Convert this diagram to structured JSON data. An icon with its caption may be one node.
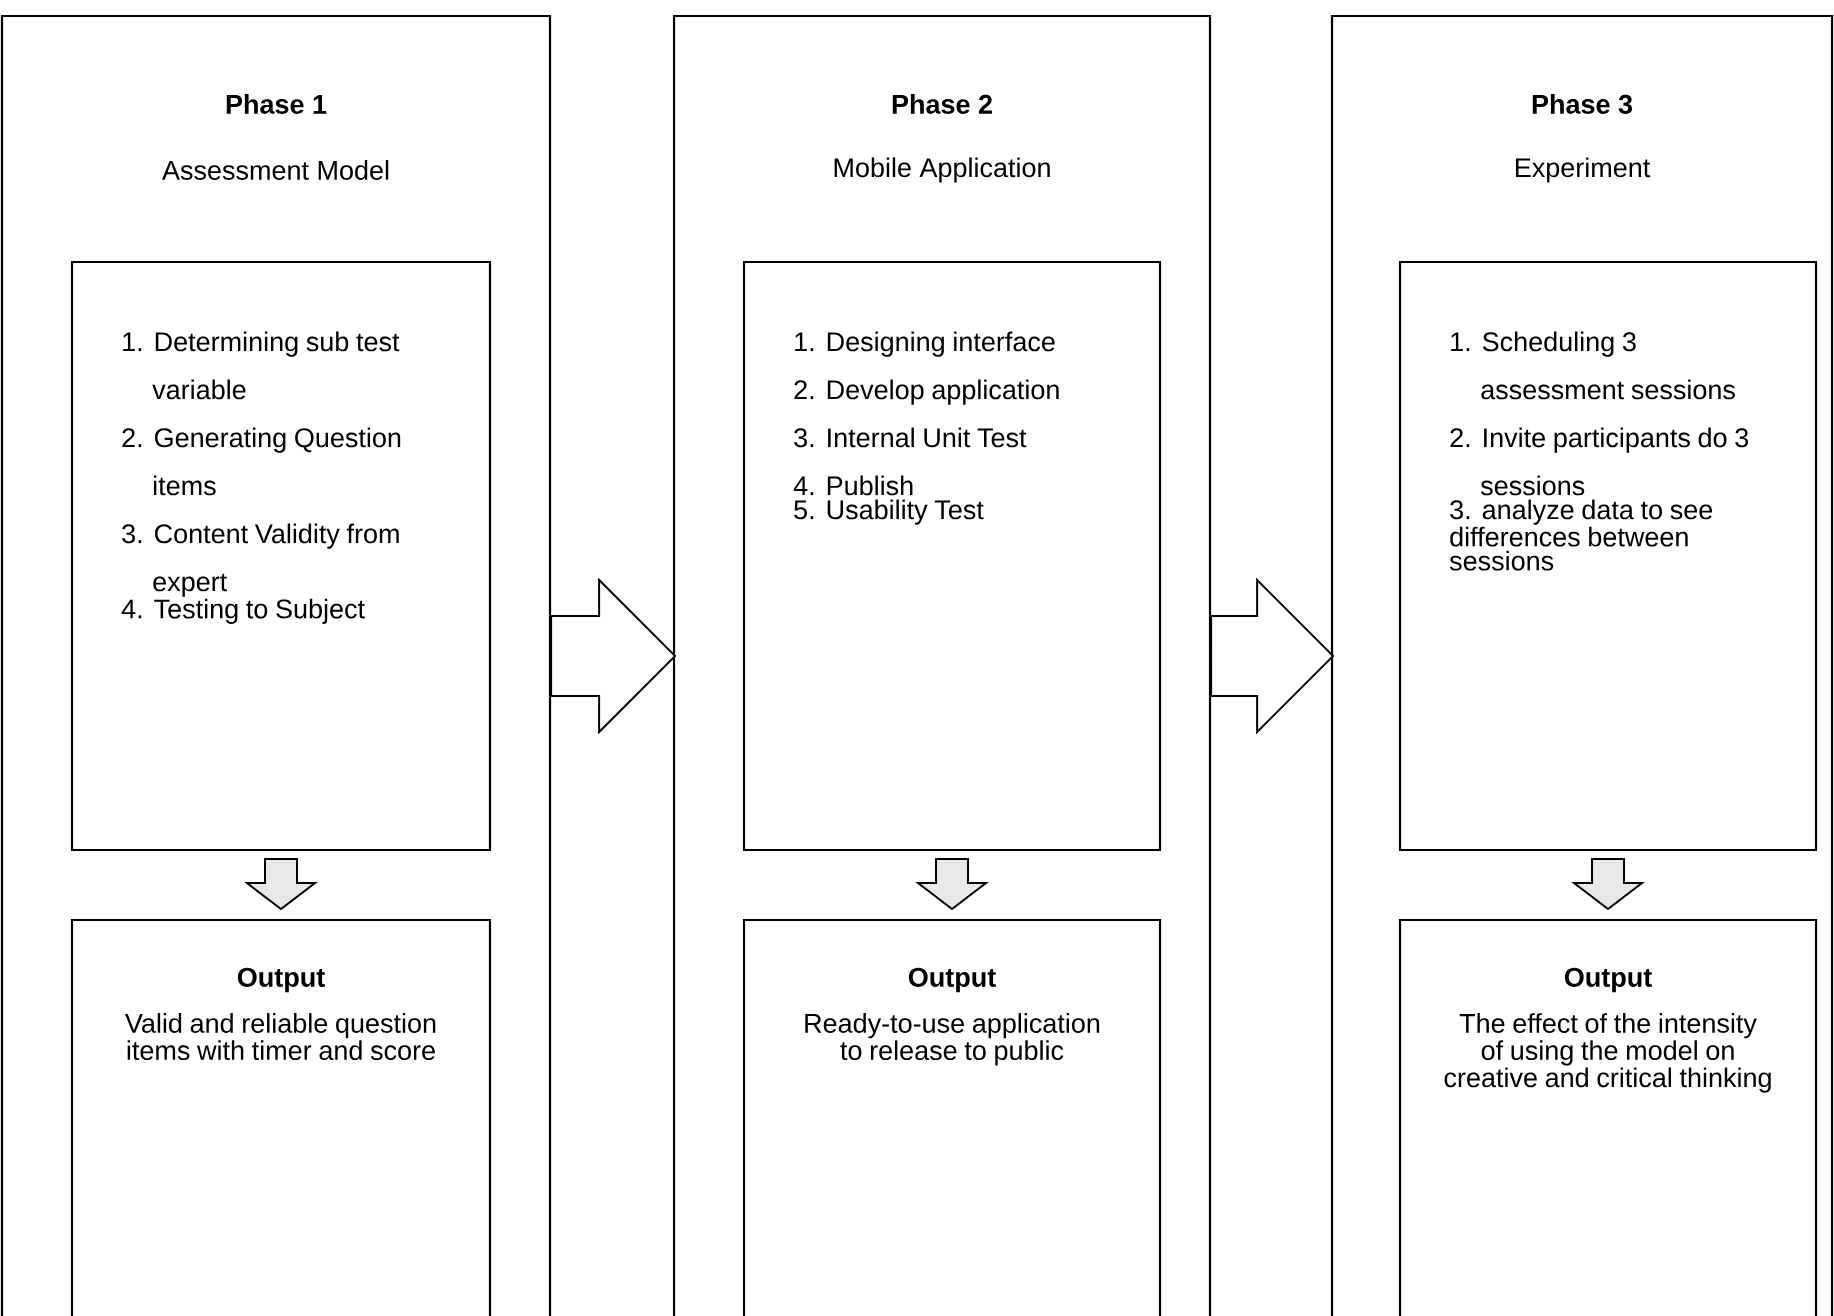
{
  "diagram": {
    "nodes": [
      {
        "text": [
          "Phase 1",
          "Assessment Model"
        ]
      },
      {
        "text": [
          "1. Determining sub test variable",
          "2. Generating Question items",
          "3. Content Validity from expert",
          "4. Testing to Subject"
        ],
        "in": 0
      },
      {
        "text": [
          "Output",
          "Valid and reliable question items with timer and score"
        ],
        "in": 0
      },
      {
        "text": [
          "Phase 2",
          "Mobile Application"
        ]
      },
      {
        "text": [
          "1. Designing interface",
          "2. Develop application",
          "3. Internal Unit Test",
          "4. Publish",
          "5. Usability Test"
        ],
        "in": 3
      },
      {
        "text": [
          "Output",
          "Ready-to-use application to release to public"
        ],
        "in": 3
      },
      {
        "text": [
          "Phase 3",
          "Experiment"
        ]
      },
      {
        "text": [
          "1. Scheduling 3 assessment sessions",
          "2. Invite participants do 3 sessions",
          "3. analyze data to see differences between sessions"
        ],
        "in": 6
      },
      {
        "text": [
          "Output",
          "The effect of the intensity of using the model on creative and critical thinking"
        ],
        "in": 6
      }
    ],
    "edges": [
      {
        "from": 1,
        "to": 2,
        "arrow": "to"
      },
      {
        "from": 0,
        "to": 3,
        "arrow": "to"
      },
      {
        "from": 4,
        "to": 5,
        "arrow": "to"
      },
      {
        "from": 3,
        "to": 6,
        "arrow": "to"
      },
      {
        "from": 7,
        "to": 8,
        "arrow": "to"
      }
    ]
  }
}
